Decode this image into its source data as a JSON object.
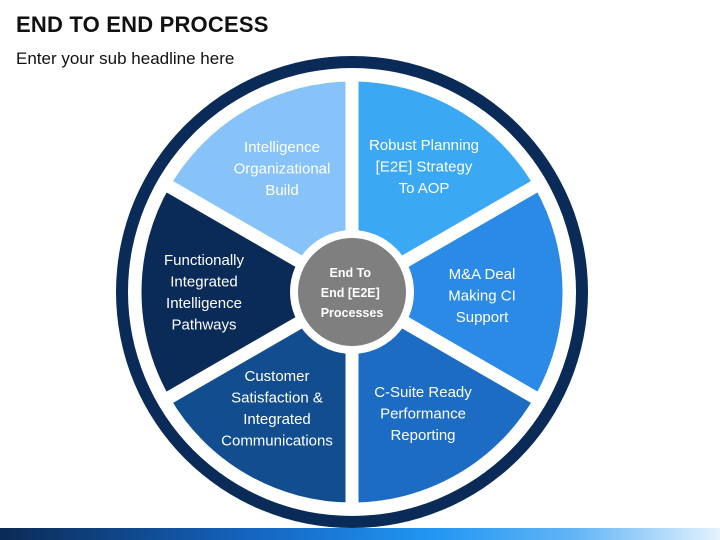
{
  "header": {
    "title": "END TO END PROCESS",
    "subtitle": "Enter your sub headline here"
  },
  "diagram": {
    "center_lines": [
      "End To",
      "End [E2E]",
      "Processes"
    ],
    "segments": [
      {
        "lines": [
          "Intelligence",
          "Organizational",
          "Build"
        ],
        "color": "#87c3f9"
      },
      {
        "lines": [
          "Robust Planning",
          "[E2E] Strategy",
          "To AOP"
        ],
        "color": "#3aa8f2"
      },
      {
        "lines": [
          "M&A Deal",
          "Making CI",
          "Support"
        ],
        "color": "#2a8ae6"
      },
      {
        "lines": [
          "C-Suite Ready",
          "Performance",
          "Reporting"
        ],
        "color": "#1c6cc4"
      },
      {
        "lines": [
          "Customer",
          "Satisfaction &",
          "Integrated",
          "Communications"
        ],
        "color": "#124e8f"
      },
      {
        "lines": [
          "Functionally",
          "Integrated",
          "Intelligence",
          "Pathways"
        ],
        "color": "#0a2b57"
      }
    ],
    "colors": {
      "outer_ring": "#0a2b57",
      "center": "#7f7f7f",
      "gap": "#ffffff"
    }
  }
}
